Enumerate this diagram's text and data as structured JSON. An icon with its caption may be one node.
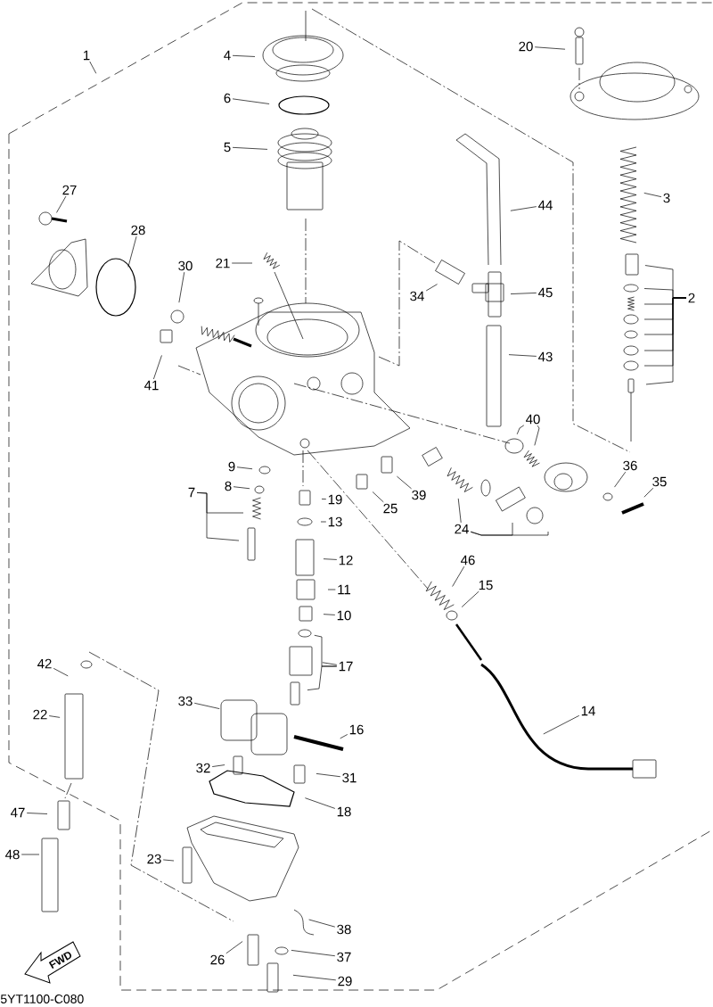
{
  "diagram": {
    "nodes": [
      {
        "text": [
          "20"
        ]
      },
      {
        "text": [
          "1"
        ]
      },
      {
        "text": [
          "4"
        ]
      },
      {
        "text": [
          "6"
        ]
      },
      {
        "text": [
          "5"
        ]
      },
      {
        "text": [
          "3"
        ]
      },
      {
        "text": [
          "27"
        ]
      },
      {
        "text": [
          "44"
        ]
      },
      {
        "text": [
          "28"
        ]
      },
      {
        "text": [
          "21"
        ]
      },
      {
        "text": [
          "30"
        ]
      },
      {
        "text": [
          "34"
        ]
      },
      {
        "text": [
          "45"
        ]
      },
      {
        "text": [
          "2"
        ]
      },
      {
        "text": [
          "43"
        ]
      },
      {
        "text": [
          "41"
        ]
      },
      {
        "text": [
          "40"
        ]
      },
      {
        "text": [
          "9"
        ]
      },
      {
        "text": [
          "36"
        ]
      },
      {
        "text": [
          "8"
        ]
      },
      {
        "text": [
          "35"
        ]
      },
      {
        "text": [
          "7"
        ]
      },
      {
        "text": [
          "19"
        ]
      },
      {
        "text": [
          "39"
        ]
      },
      {
        "text": [
          "25"
        ]
      },
      {
        "text": [
          "13"
        ]
      },
      {
        "text": [
          "24"
        ]
      },
      {
        "text": [
          "12"
        ]
      },
      {
        "text": [
          "46"
        ]
      },
      {
        "text": [
          "15"
        ]
      },
      {
        "text": [
          "11"
        ]
      },
      {
        "text": [
          "10"
        ]
      },
      {
        "text": [
          "42"
        ]
      },
      {
        "text": [
          "17"
        ]
      },
      {
        "text": [
          "33"
        ]
      },
      {
        "text": [
          "14"
        ]
      },
      {
        "text": [
          "22"
        ]
      },
      {
        "text": [
          "16"
        ]
      },
      {
        "text": [
          "32"
        ]
      },
      {
        "text": [
          "31"
        ]
      },
      {
        "text": [
          "47"
        ]
      },
      {
        "text": [
          "18"
        ]
      },
      {
        "text": [
          "48"
        ]
      },
      {
        "text": [
          "23"
        ]
      },
      {
        "text": [
          "38"
        ]
      },
      {
        "text": [
          "26"
        ]
      },
      {
        "text": [
          "37"
        ]
      },
      {
        "text": [
          "29"
        ]
      }
    ],
    "edges": [
      {
        "from": 0,
        "to": null,
        "arrow": "none"
      },
      {
        "from": 1,
        "to": null,
        "arrow": "none"
      },
      {
        "from": 2,
        "to": null,
        "arrow": "none"
      },
      {
        "from": 3,
        "to": null,
        "arrow": "none"
      },
      {
        "from": 4,
        "to": null,
        "arrow": "none"
      },
      {
        "from": 5,
        "to": null,
        "arrow": "none"
      },
      {
        "from": 6,
        "to": null,
        "arrow": "none"
      },
      {
        "from": 7,
        "to": null,
        "arrow": "none"
      },
      {
        "from": 8,
        "to": null,
        "arrow": "none"
      },
      {
        "from": 9,
        "to": null,
        "arrow": "none"
      },
      {
        "from": 10,
        "to": null,
        "arrow": "none"
      },
      {
        "from": 11,
        "to": null,
        "arrow": "none"
      },
      {
        "from": 12,
        "to": null,
        "arrow": "none"
      },
      {
        "from": 13,
        "to": null,
        "arrow": "none"
      },
      {
        "from": 13,
        "to": null,
        "arrow": "none"
      },
      {
        "from": 13,
        "to": null,
        "arrow": "none"
      },
      {
        "from": 13,
        "to": null,
        "arrow": "none"
      },
      {
        "from": 13,
        "to": null,
        "arrow": "none"
      },
      {
        "from": 13,
        "to": null,
        "arrow": "none"
      },
      {
        "from": 13,
        "to": null,
        "arrow": "none"
      },
      {
        "from": 13,
        "to": null,
        "arrow": "none"
      },
      {
        "from": 14,
        "to": null,
        "arrow": "none"
      },
      {
        "from": 15,
        "to": null,
        "arrow": "none"
      },
      {
        "from": 16,
        "to": null,
        "arrow": "none"
      },
      {
        "from": 16,
        "to": null,
        "arrow": "none"
      },
      {
        "from": 17,
        "to": null,
        "arrow": "none"
      },
      {
        "from": 18,
        "to": null,
        "arrow": "none"
      },
      {
        "from": 19,
        "to": null,
        "arrow": "none"
      },
      {
        "from": 20,
        "to": null,
        "arrow": "none"
      },
      {
        "from": 21,
        "to": null,
        "arrow": "none"
      },
      {
        "from": 21,
        "to": null,
        "arrow": "none"
      },
      {
        "from": 22,
        "to": null,
        "arrow": "none"
      },
      {
        "from": 23,
        "to": null,
        "arrow": "none"
      },
      {
        "from": 24,
        "to": null,
        "arrow": "none"
      },
      {
        "from": 25,
        "to": null,
        "arrow": "none"
      },
      {
        "from": 26,
        "to": null,
        "arrow": "none"
      },
      {
        "from": 26,
        "to": null,
        "arrow": "none"
      },
      {
        "from": 26,
        "to": null,
        "arrow": "none"
      },
      {
        "from": 27,
        "to": null,
        "arrow": "none"
      },
      {
        "from": 28,
        "to": null,
        "arrow": "none"
      },
      {
        "from": 29,
        "to": null,
        "arrow": "none"
      },
      {
        "from": 30,
        "to": null,
        "arrow": "none"
      },
      {
        "from": 31,
        "to": null,
        "arrow": "none"
      },
      {
        "from": 32,
        "to": null,
        "arrow": "none"
      },
      {
        "from": 33,
        "to": null,
        "arrow": "none"
      },
      {
        "from": 33,
        "to": null,
        "arrow": "none"
      },
      {
        "from": 33,
        "to": null,
        "arrow": "none"
      },
      {
        "from": 34,
        "to": null,
        "arrow": "none"
      },
      {
        "from": 35,
        "to": null,
        "arrow": "none"
      },
      {
        "from": 36,
        "to": null,
        "arrow": "none"
      },
      {
        "from": 37,
        "to": null,
        "arrow": "none"
      },
      {
        "from": 38,
        "to": null,
        "arrow": "none"
      },
      {
        "from": 39,
        "to": null,
        "arrow": "none"
      },
      {
        "from": 40,
        "to": null,
        "arrow": "none"
      },
      {
        "from": 41,
        "to": null,
        "arrow": "none"
      },
      {
        "from": 42,
        "to": null,
        "arrow": "none"
      },
      {
        "from": 43,
        "to": null,
        "arrow": "none"
      },
      {
        "from": 44,
        "to": null,
        "arrow": "none"
      },
      {
        "from": 45,
        "to": null,
        "arrow": "none"
      },
      {
        "from": 46,
        "to": null,
        "arrow": "none"
      },
      {
        "from": 47,
        "to": null,
        "arrow": "none"
      }
    ],
    "labels": [
      "FWD",
      "5YT1100-C080"
    ]
  }
}
